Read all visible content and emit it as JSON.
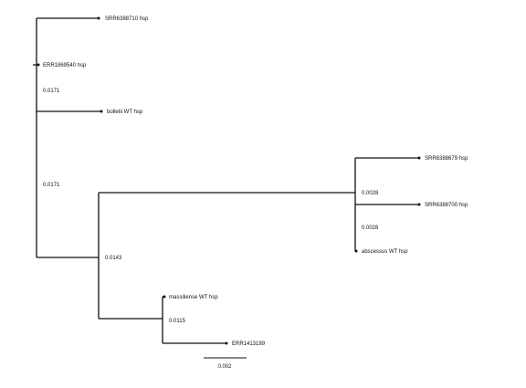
{
  "tree": {
    "leaves": [
      {
        "id": "srr6388710",
        "label": "SRR6388710 hsp"
      },
      {
        "id": "err1869540",
        "label": "ERR1869540 hsp"
      },
      {
        "id": "bolletii",
        "label": "bolletii WT hsp"
      },
      {
        "id": "srr6388679",
        "label": "SRR6388679 hsp"
      },
      {
        "id": "srr6388700",
        "label": "SRR6388700 hsp"
      },
      {
        "id": "abscessus",
        "label": "abscessus WT hsp"
      },
      {
        "id": "massiliense",
        "label": "massiliense WT hsp"
      },
      {
        "id": "err1413189",
        "label": "ERR1413189"
      }
    ],
    "branch_values": [
      {
        "id": "bv-root-upper",
        "value": "0.0171"
      },
      {
        "id": "bv-root-lower",
        "value": "0.0171"
      },
      {
        "id": "bv-main-clade",
        "value": "0.0143"
      },
      {
        "id": "bv-abscessus-clade-upper",
        "value": "0.0028"
      },
      {
        "id": "bv-abscessus-clade-lower",
        "value": "0.0028"
      },
      {
        "id": "bv-massiliense-clade",
        "value": "0.0115"
      }
    ],
    "scale_bar": {
      "label": "0.002"
    }
  }
}
